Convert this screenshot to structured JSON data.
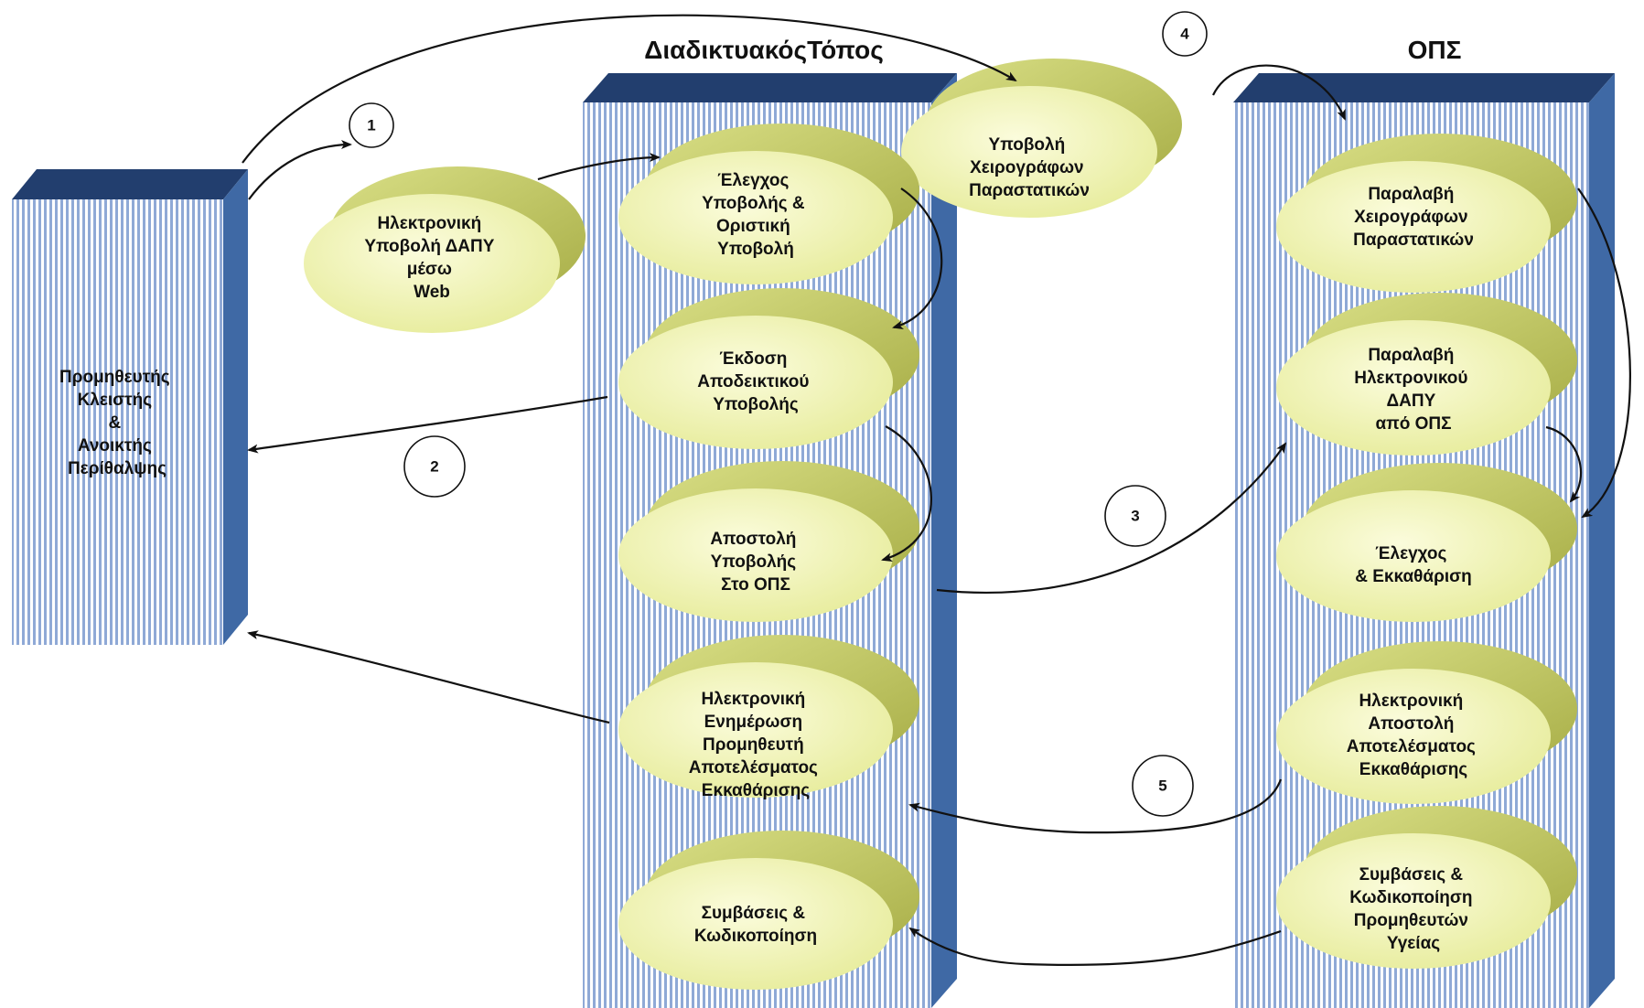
{
  "headers": {
    "website": "ΔιαδικτυακόςΤόπος",
    "ops": "ΟΠΣ"
  },
  "supplier": {
    "lines": [
      "Προμηθευτής",
      "Κλειστής",
      "&",
      "Ανοικτής",
      "Περίθαλψης"
    ]
  },
  "outside": {
    "web_submission": [
      "Ηλεκτρονική",
      "Υποβολή ΔΑΠΥ",
      "μέσω",
      "Web"
    ],
    "manual_submission": [
      "Υποβολή",
      "Χειρογράφων",
      "Παραστατικών"
    ]
  },
  "website_steps": [
    [
      "Έλεγχος",
      "Υποβολής &",
      "Οριστική",
      "Υποβολή"
    ],
    [
      "Έκδοση",
      "Αποδεικτικού",
      "Υποβολής"
    ],
    [
      "Αποστολή",
      "Υποβολής",
      "Στο ΟΠΣ"
    ],
    [
      "Ηλεκτρονική",
      "Ενημέρωση",
      "Προμηθευτή",
      "Αποτελέσματος",
      "Εκκαθάρισης"
    ],
    [
      "Συμβάσεις &",
      "Κωδικοποίηση"
    ]
  ],
  "ops_steps": [
    [
      "Παραλαβή",
      "Χειρογράφων",
      "Παραστατικών"
    ],
    [
      "Παραλαβή",
      "Ηλεκτρονικού",
      "ΔΑΠΥ",
      "από ΟΠΣ"
    ],
    [
      "Έλεγχος",
      "& Εκκαθάριση"
    ],
    [
      "Ηλεκτρονική",
      "Αποστολή",
      "Αποτελέσματος",
      "Εκκαθάρισης"
    ],
    [
      "Συμβάσεις &",
      "Κωδικοποίηση",
      "Προμηθευτών",
      "Υγείας"
    ]
  ],
  "step_numbers": [
    "1",
    "2",
    "3",
    "4",
    "5"
  ],
  "colors": {
    "column_face": "#8fa9d6",
    "column_stripe": "#ffffff",
    "column_side": "#3f69a5",
    "column_top": "#223e6e",
    "ellipse_light": "#f5f7c4",
    "ellipse_dark": "#b9bf5a"
  }
}
